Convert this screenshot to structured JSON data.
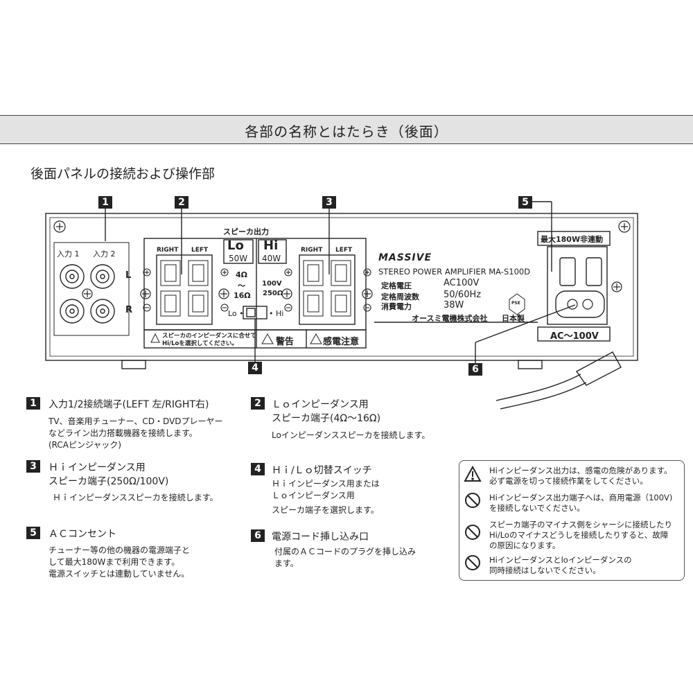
{
  "header": {
    "title": "各部の名称とはたらき（後面）"
  },
  "section": {
    "title": "後面パネルの接続および操作部"
  },
  "badges": [
    "1",
    "2",
    "3",
    "4",
    "5",
    "6"
  ],
  "panel": {
    "speaker_out": "スピーカ出力",
    "input1": "入力 1",
    "input2": "入力 2",
    "ch_l": "L",
    "ch_r": "R",
    "right": "RIGHT",
    "left": "LEFT",
    "lo_label": "Lo",
    "lo_watt": "50W",
    "hi_label": "Hi",
    "hi_watt": "40W",
    "lo_imp_1": "4Ω",
    "lo_imp_2": "〜",
    "lo_imp_3": "16Ω",
    "hi_v": "100V",
    "hi_imp": "250Ω",
    "sw_lo": "Lo •",
    "sw_hi": "• Hi",
    "caution_1": "スピーカのインピーダンスに合せて",
    "caution_2": "Hi/Loを選択してください。",
    "warning": "警告",
    "shock": "感電注意",
    "brand": "MASSIVE",
    "model": "STEREO POWER AMPLIFIER  MA-S100D",
    "spec_labels": [
      "定格電圧",
      "定格周波数",
      "消費電力"
    ],
    "spec_values": [
      "AC100V",
      "50/60Hz",
      "38W"
    ],
    "pse": "PSE",
    "maker": "オースミ電機株式会社",
    "made_in": "日本製",
    "outlet_label": "最大180W非連動",
    "ac_label": "AC〜100V"
  },
  "items": [
    {
      "num": "1",
      "title": "入力1/2接続端子(LEFT 左/RIGHT右)",
      "body": [
        "TV、音楽用チューナー、CD・DVDプレーヤー",
        "などライン出力搭載機器を接続します。",
        "(RCAピンジャック)"
      ]
    },
    {
      "num": "2",
      "title": "Ｌｏインピーダンス用",
      "title2": "スピーカ端子(4Ω〜16Ω)",
      "body": [
        "Loインピーダンススピーカを接続します。"
      ]
    },
    {
      "num": "3",
      "title": "Ｈｉインピーダンス用",
      "title2": "スピーカ端子(250Ω/100V)",
      "body": [
        "Ｈｉインピーダンススピーカを接続します。"
      ]
    },
    {
      "num": "4",
      "title": "Ｈｉ/Ｌｏ切替スイッチ",
      "body": [
        "Ｈｉインピーダンス用または",
        "Ｌｏインピーダンス用",
        "スピーカ端子を選択します。"
      ]
    },
    {
      "num": "5",
      "title": "ＡＣコンセント",
      "body": [
        "チューナー等の他の機器の電源端子と",
        "して最大180Wまで利用できます。",
        "電源スイッチとは連動していません。"
      ]
    },
    {
      "num": "6",
      "title": "電源コード挿し込み口",
      "body": [
        "付属のＡＣコードのプラグを挿し込み",
        "ます。"
      ]
    }
  ],
  "warnings": [
    {
      "icon": "caution",
      "lines": [
        "Hiインピーダンス出力は、感電の危険があります。",
        "必ず電源を切って接続作業をしてください。"
      ]
    },
    {
      "icon": "prohibited",
      "lines": [
        "Hiインピーダンス出力端子へは、商用電源（100V)",
        "を接続しないでください。"
      ]
    },
    {
      "icon": "prohibited",
      "lines": [
        "スピーカ端子のマイナス側をシャーシに接続したり",
        "Hi/Loのマイナスどうしを接続したりすると、故障",
        "の原因になります。"
      ]
    },
    {
      "icon": "prohibited",
      "lines": [
        "Hiインピーダンスとloインピーダンスの",
        "同時接続はしないでください。"
      ]
    }
  ]
}
